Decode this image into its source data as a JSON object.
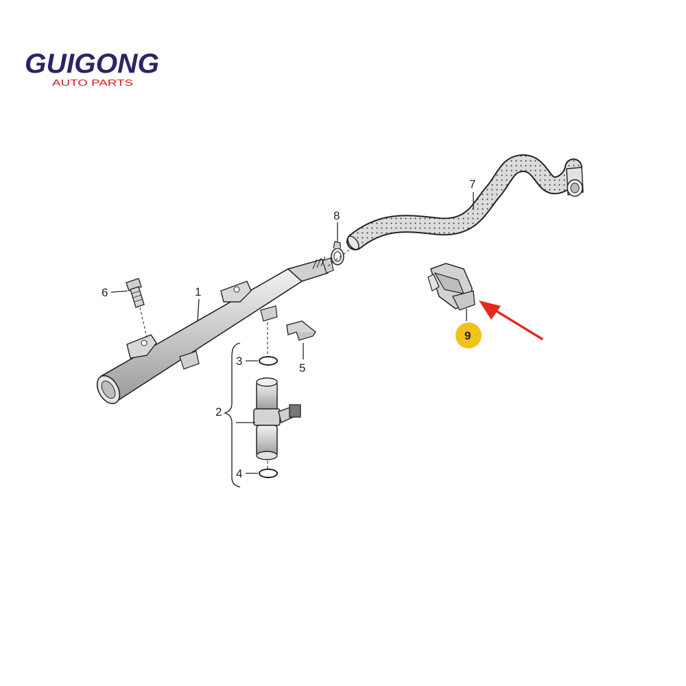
{
  "logo": {
    "brand": "GUIGONG",
    "tagline": "AUTO PARTS",
    "brand_color": "#2b2466",
    "tagline_color": "#d11c1c"
  },
  "callouts": {
    "c1": "1",
    "c2": "2",
    "c3": "3",
    "c4": "4",
    "c5": "5",
    "c6": "6",
    "c7": "7",
    "c8": "8",
    "c9": "9"
  },
  "highlight": {
    "badge_color": "#f2c21a",
    "arrow_color": "#e8281e"
  }
}
